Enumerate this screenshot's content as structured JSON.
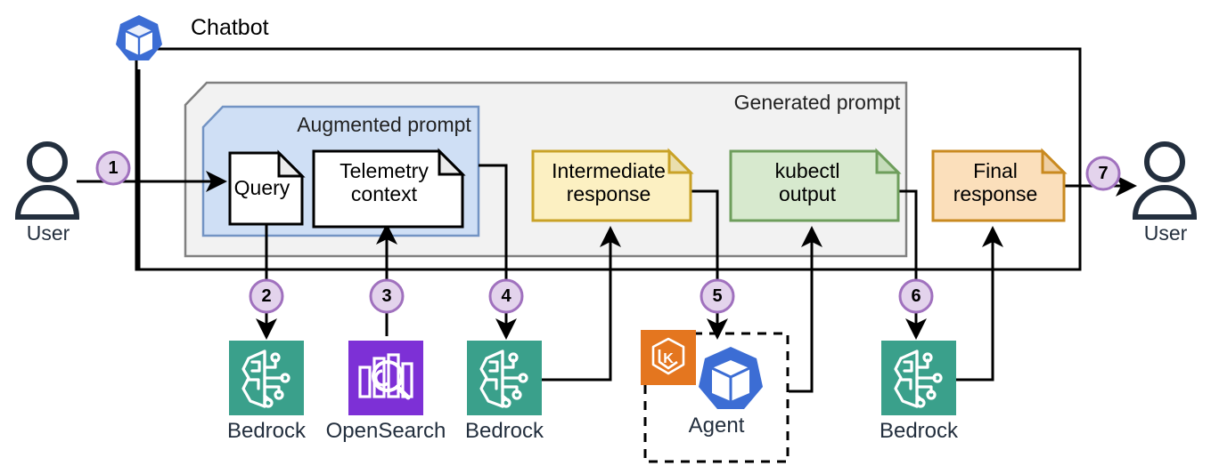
{
  "diagram": {
    "title": "Chatbot",
    "containers": [
      {
        "name": "chatbot-boundary",
        "label": "Chatbot"
      },
      {
        "name": "generated-prompt",
        "label": "Generated prompt",
        "fill": "#F2F2F2",
        "stroke": "#808080"
      },
      {
        "name": "augmented-prompt",
        "label": "Augmented prompt",
        "fill": "#CFDFF5",
        "stroke": "#7394C4"
      },
      {
        "name": "agent-boundary",
        "label": "Agent",
        "stroke": "#000000",
        "style": "dashed"
      }
    ],
    "documents": [
      {
        "name": "query-doc",
        "label": "Query",
        "fill": "#FFFFFF",
        "stroke": "#000000"
      },
      {
        "name": "telemetry-context-doc",
        "label": "Telemetry\ncontext",
        "fill": "#FFFFFF",
        "stroke": "#000000"
      },
      {
        "name": "intermediate-response-doc",
        "label": "Intermediate\nresponse",
        "fill": "#FCF0C2",
        "stroke": "#C9A227"
      },
      {
        "name": "kubectl-output-doc",
        "label": "kubectl\noutput",
        "fill": "#D7E9CE",
        "stroke": "#6E9E5C"
      },
      {
        "name": "final-response-doc",
        "label": "Final\nresponse",
        "fill": "#FBDFBB",
        "stroke": "#C98A20"
      }
    ],
    "actors": [
      {
        "name": "user-left",
        "label": "User"
      },
      {
        "name": "user-right",
        "label": "User"
      }
    ],
    "services": [
      {
        "name": "bedrock-1",
        "label": "Bedrock",
        "icon": "bedrock-icon",
        "color": "#3AA08B"
      },
      {
        "name": "opensearch",
        "label": "OpenSearch",
        "icon": "opensearch-icon",
        "color": "#7D30D6"
      },
      {
        "name": "bedrock-2",
        "label": "Bedrock",
        "icon": "bedrock-icon",
        "color": "#3AA08B"
      },
      {
        "name": "agent",
        "label": "Agent",
        "icon": "kubernetes-icon",
        "color": "#3C6DD4"
      },
      {
        "name": "eks",
        "label": "",
        "icon": "eks-icon",
        "color": "#E4761F"
      },
      {
        "name": "bedrock-3",
        "label": "Bedrock",
        "icon": "bedrock-icon",
        "color": "#3AA08B"
      }
    ],
    "steps": [
      {
        "name": "step-badge-1",
        "num": "1"
      },
      {
        "name": "step-badge-2",
        "num": "2"
      },
      {
        "name": "step-badge-3",
        "num": "3"
      },
      {
        "name": "step-badge-4",
        "num": "4"
      },
      {
        "name": "step-badge-5",
        "num": "5"
      },
      {
        "name": "step-badge-6",
        "num": "6"
      },
      {
        "name": "step-badge-7",
        "num": "7"
      }
    ],
    "colors": {
      "badge_fill": "#E3D3EC",
      "badge_stroke": "#A071BE",
      "line": "#000000",
      "chatbot_blue": "#3C6DD4",
      "bedrock_green": "#3AA08B",
      "opensearch_purple": "#7D30D6",
      "eks_orange": "#E4761F",
      "actor_navy": "#232F3E"
    }
  }
}
